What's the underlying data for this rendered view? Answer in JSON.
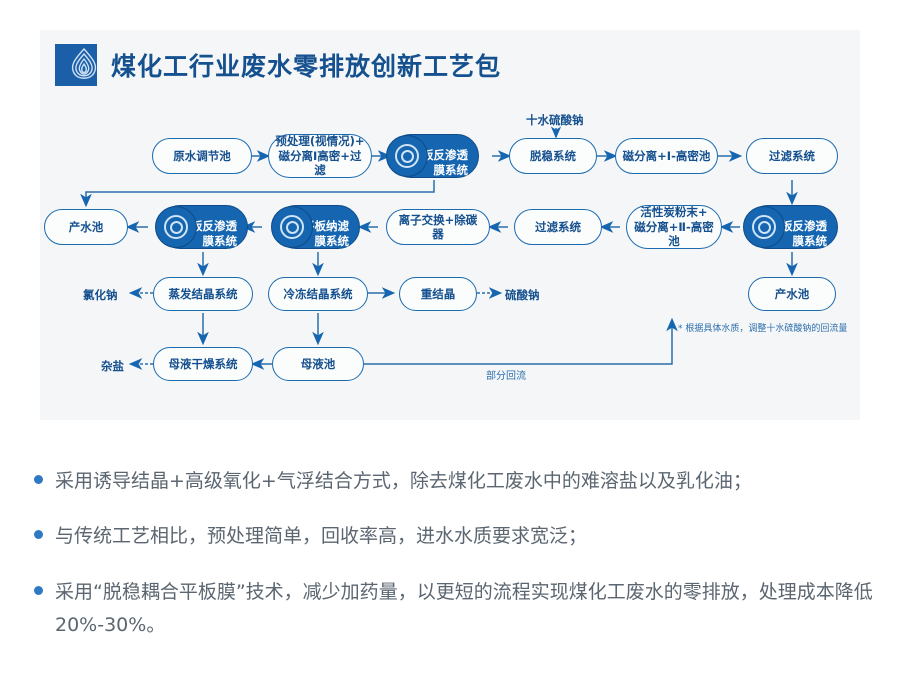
{
  "header": {
    "title": "煤化工行业废水零排放创新工艺包",
    "logo_icon": "water-drop-logo-icon",
    "brand_color": "#1a5fa8",
    "title_color": "#15508f"
  },
  "diagram": {
    "accent_color": "#1565b0",
    "border_color": "#1a6bb0",
    "background": "#f4f6f7",
    "nodes": [
      {
        "id": "n1",
        "label": "原水调节池",
        "style": "outline"
      },
      {
        "id": "n2",
        "label": "预处理(视情况)+\n磁分离Ⅰ高密+过滤",
        "line1": "预处理(视情况)+",
        "line2": "磁分离Ⅰ高密+过滤",
        "style": "outline"
      },
      {
        "id": "n3",
        "label": "平板反渗透膜系统",
        "line1": "平板反渗透",
        "line2": "膜系统",
        "style": "filled",
        "icon": "membrane-disc-icon"
      },
      {
        "id": "n4",
        "label": "脱稳系统",
        "style": "outline"
      },
      {
        "id": "n5",
        "label": "磁分离+Ⅰ-高密池",
        "style": "outline"
      },
      {
        "id": "n6",
        "label": "过滤系统",
        "style": "outline"
      },
      {
        "id": "n7",
        "label": "产水池",
        "style": "outline"
      },
      {
        "id": "n8",
        "label": "平板反渗透膜系统",
        "line1": "平板反渗透",
        "line2": "膜系统",
        "style": "filled",
        "icon": "membrane-disc-icon"
      },
      {
        "id": "n9",
        "label": "平板纳滤膜系统",
        "line1": "平板纳滤",
        "line2": "膜系统",
        "style": "filled",
        "icon": "membrane-disc-icon"
      },
      {
        "id": "n10",
        "label": "离子交换+除碳器",
        "style": "outline"
      },
      {
        "id": "n11",
        "label": "过滤系统",
        "style": "outline"
      },
      {
        "id": "n12",
        "label": "活性炭粉末+\n磁分离+Ⅱ-高密池",
        "line1": "活性炭粉末+",
        "line2": "磁分离+Ⅱ-高密池",
        "style": "outline"
      },
      {
        "id": "n13",
        "label": "平板反渗透膜系统",
        "line1": "平板反渗透",
        "line2": "膜系统",
        "style": "filled",
        "icon": "membrane-disc-icon"
      },
      {
        "id": "n14",
        "label": "产水池",
        "style": "outline"
      },
      {
        "id": "n15",
        "label": "蒸发结晶系统",
        "style": "outline"
      },
      {
        "id": "n16",
        "label": "冷冻结晶系统",
        "style": "outline"
      },
      {
        "id": "n17",
        "label": "重结晶",
        "style": "outline"
      },
      {
        "id": "n18",
        "label": "母液干燥系统",
        "style": "outline"
      },
      {
        "id": "n19",
        "label": "母液池",
        "style": "outline"
      }
    ],
    "text_labels": [
      {
        "id": "t1",
        "text": "十水硫酸钠"
      },
      {
        "id": "t2",
        "text": "氯化钠"
      },
      {
        "id": "t3",
        "text": "硫酸钠"
      },
      {
        "id": "t4",
        "text": "杂盐"
      },
      {
        "id": "t5",
        "text": "部分回流"
      }
    ],
    "footnote": "* 根据具体水质，调整十水硫酸钠的回流量"
  },
  "bullets": [
    "采用诱导结晶+高级氧化+气浮结合方式，除去煤化工废水中的难溶盐以及乳化油；",
    "与传统工艺相比，预处理简单，回收率高，进水水质要求宽泛；",
    "采用“脱稳耦合平板膜”技术，减少加药量，以更短的流程实现煤化工废水的零排放，处理成本降低20%-30%。"
  ]
}
